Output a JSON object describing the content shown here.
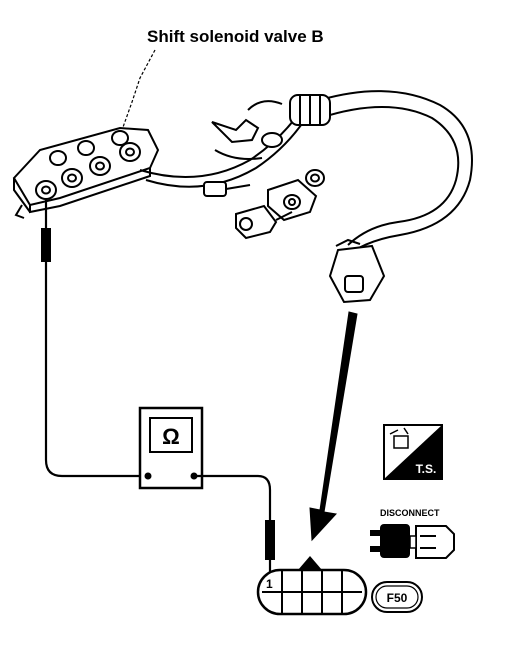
{
  "title_label": "Shift solenoid valve B",
  "meter": {
    "symbol": "Ω",
    "symbol_name": "ohm-symbol"
  },
  "badges": {
    "ts": "T.S.",
    "disconnect": "DISCONNECT",
    "connector_id": "F50"
  },
  "connector": {
    "terminal_number": "1"
  },
  "icons": [
    "test-symbol-icon",
    "disconnect-icon",
    "ohmmeter-icon"
  ]
}
